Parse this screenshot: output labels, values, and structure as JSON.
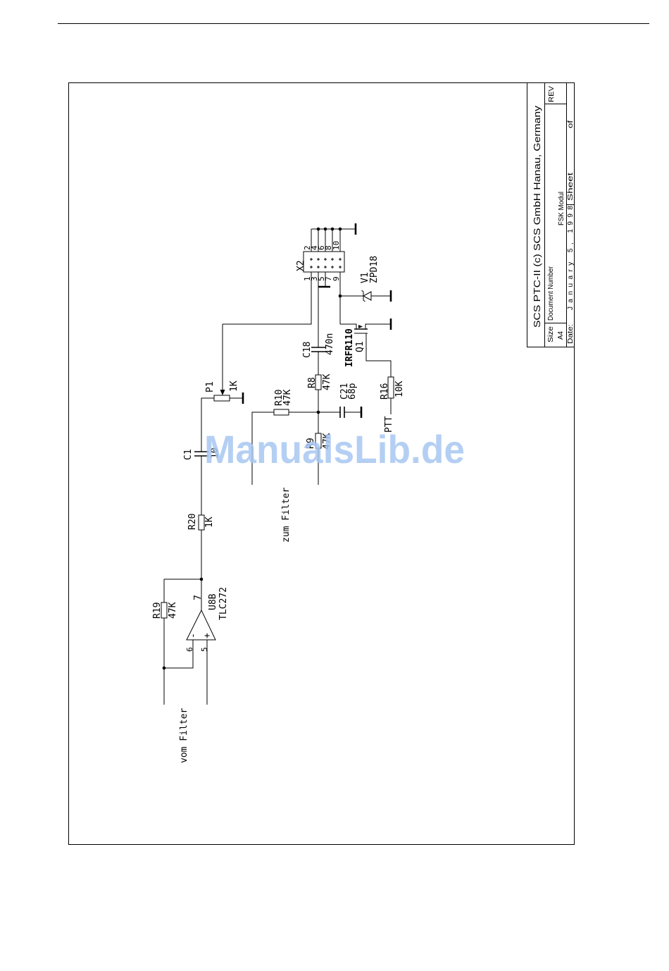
{
  "title_block": {
    "company": "SCS PTC-II (c) SCS GmbH Hanau, Germany",
    "size_label": "Size",
    "doc_number_label": "Document Number",
    "rev_label": "REV",
    "size": "A4",
    "doc_number": "FSK Modul",
    "date_label": "Date:",
    "date": "January 5, 1998",
    "sheet_label": "Sheet",
    "of_label": "of"
  },
  "components": {
    "u8b": {
      "ref": "U8B",
      "value": "TLC272",
      "pin_out": "7",
      "pin_inv": "6",
      "pin_noninv": "5",
      "sign_inv": "-",
      "sign_noninv": "+"
    },
    "r19": {
      "ref": "R19",
      "value": "47K"
    },
    "r20": {
      "ref": "R20",
      "value": "1K"
    },
    "c1": {
      "ref": "C1",
      "value": "10"
    },
    "p1": {
      "ref": "P1",
      "value": "1K"
    },
    "r10": {
      "ref": "R10",
      "value": "47K"
    },
    "r8": {
      "ref": "R8",
      "value": "47K"
    },
    "r9": {
      "ref": "R9",
      "value": "47K"
    },
    "c18": {
      "ref": "C18",
      "value": "470n"
    },
    "c21": {
      "ref": "C21",
      "value": "68p"
    },
    "r16": {
      "ref": "R16",
      "value": "10K"
    },
    "q1": {
      "ref": "Q1",
      "value": "IRFR110"
    },
    "v1": {
      "ref": "V1",
      "value": "ZPD18"
    },
    "x2": {
      "ref": "X2",
      "pins_top": [
        "2",
        "4",
        "6",
        "8",
        "10"
      ],
      "pins_bottom": [
        "1",
        "3",
        "5",
        "7",
        "9"
      ]
    }
  },
  "nets": {
    "vom_filter": "vom Filter",
    "zum_filter": "zum Filter",
    "ptt": "PTT"
  },
  "watermark": "ManualsLib.de",
  "colors": {
    "ink": "#000000",
    "watermark": "#a8c7f2"
  }
}
